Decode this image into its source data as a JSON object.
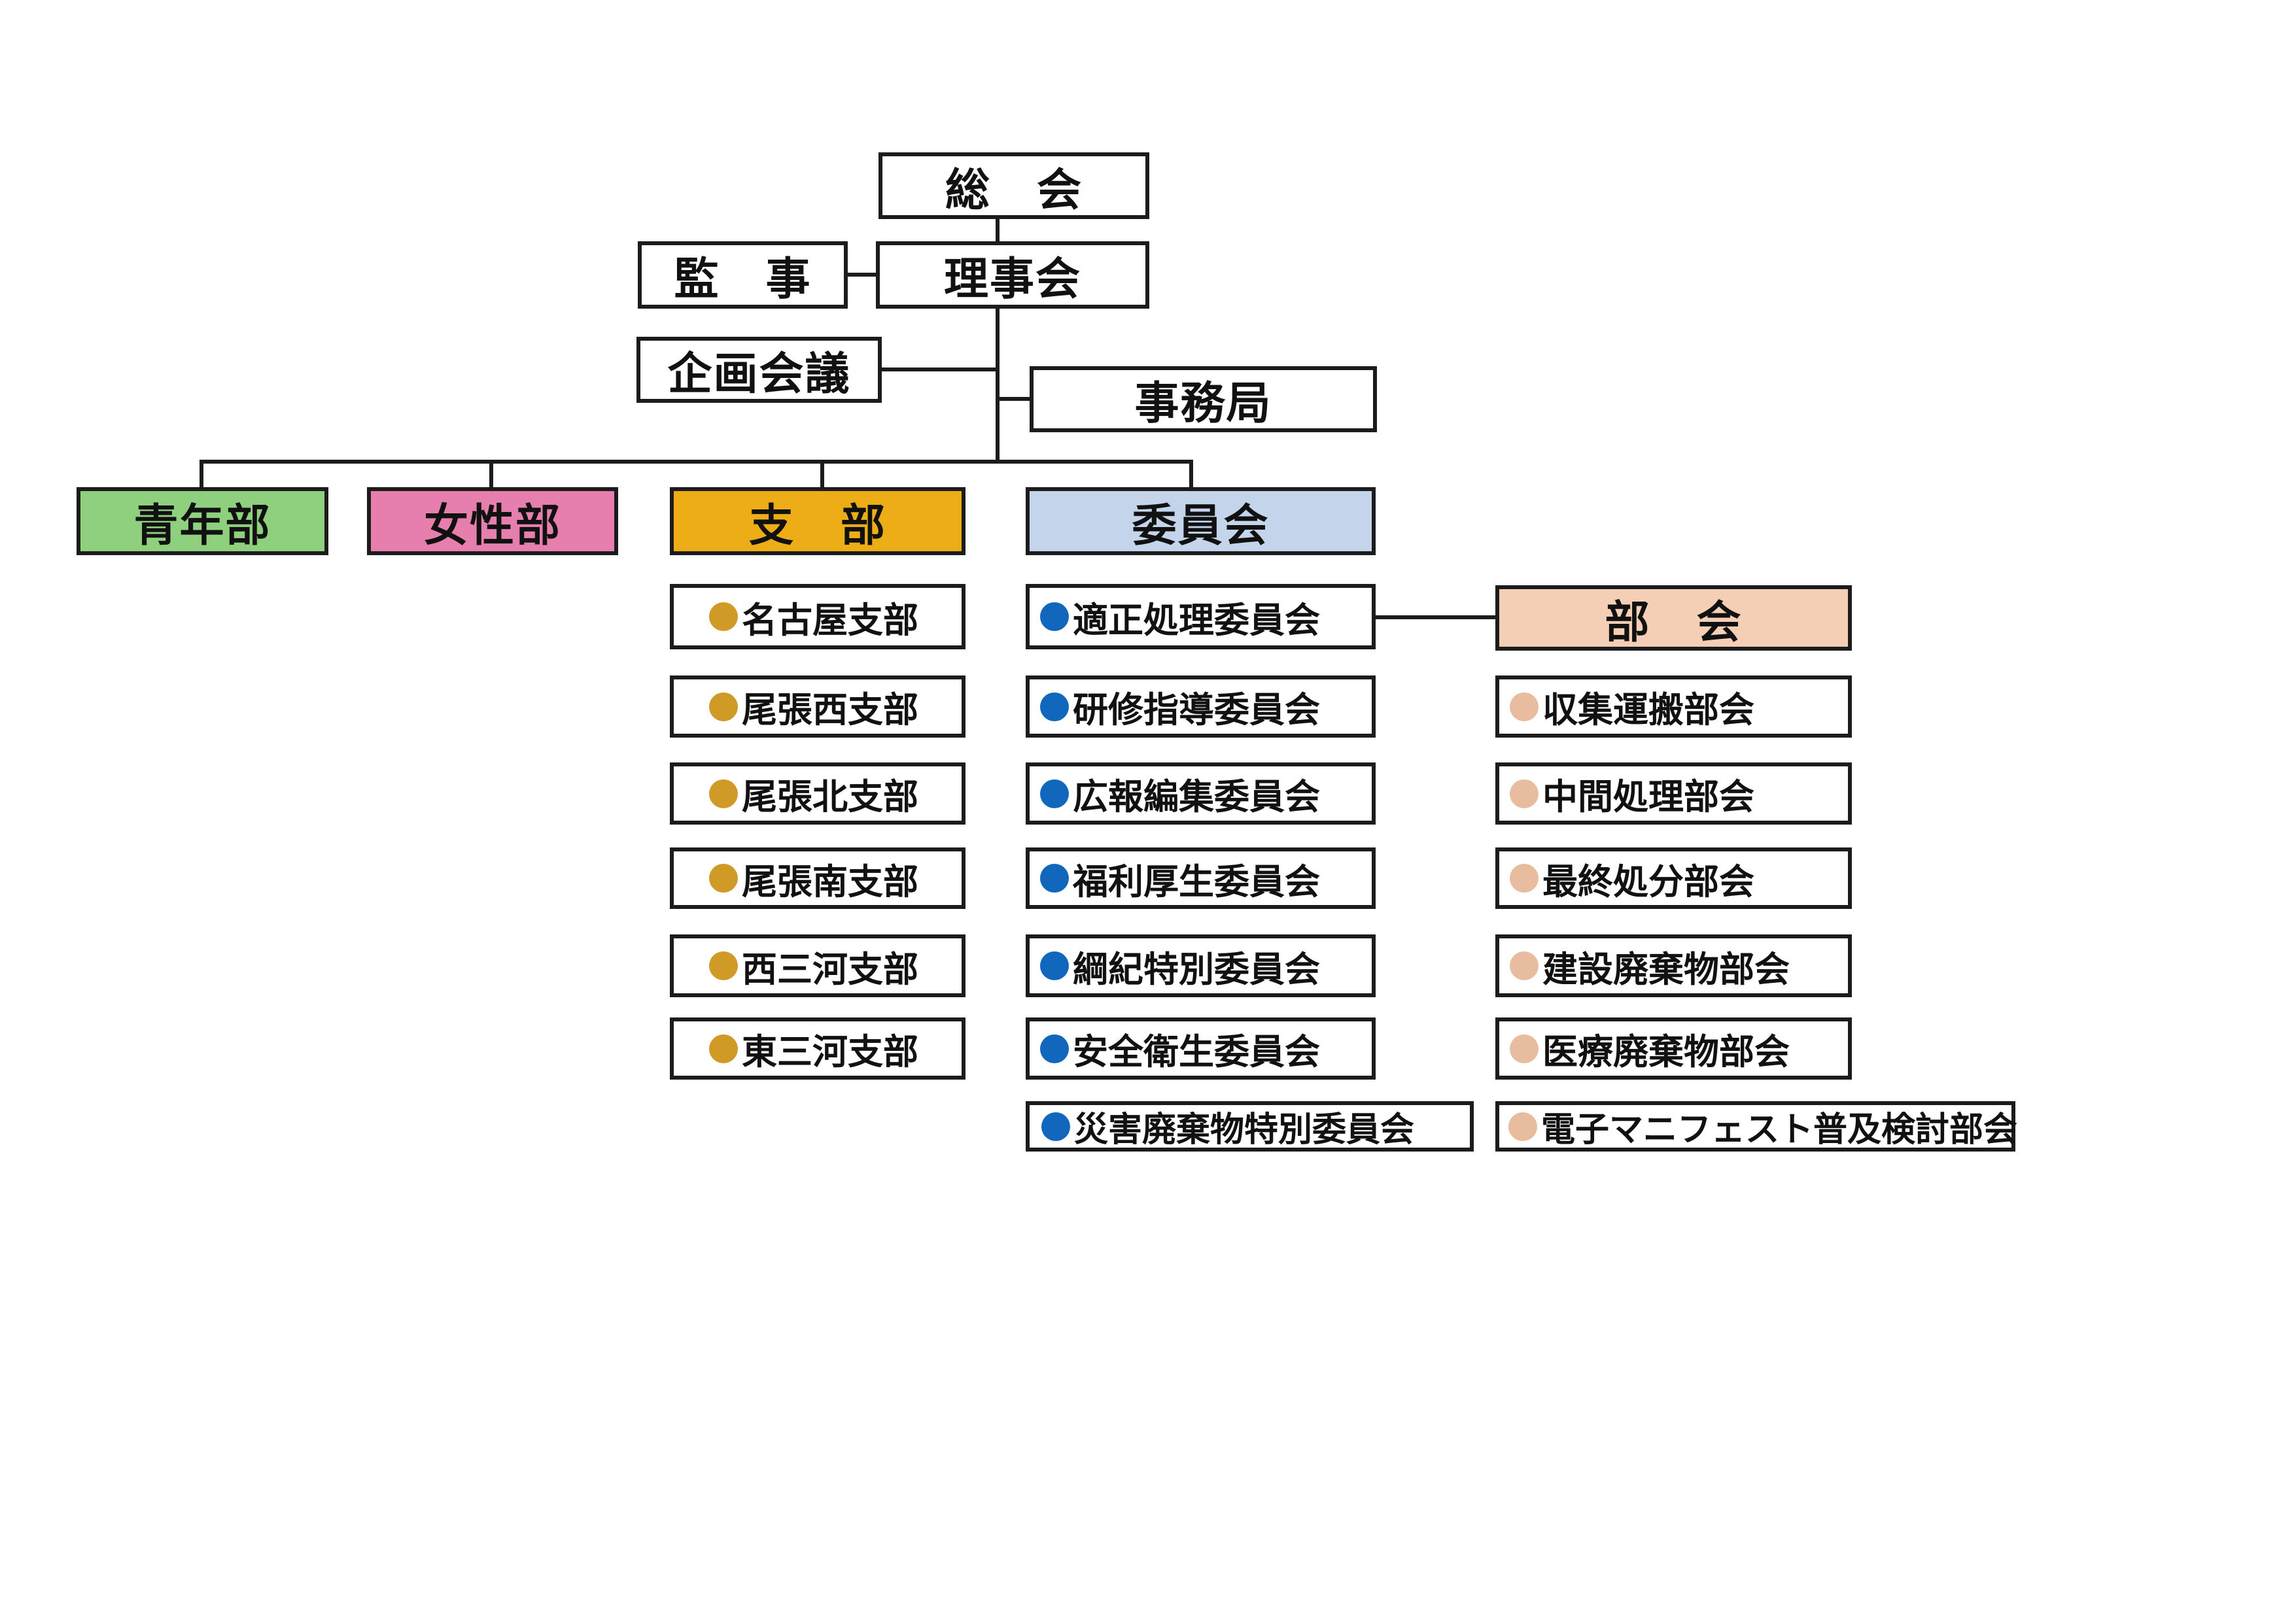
{
  "colors": {
    "line": "#1c1c1c",
    "seinenbu_fill": "#8fd07e",
    "joseibu_fill": "#e77fae",
    "shibu_fill": "#ecad16",
    "iinkai_fill": "#c4d4ea",
    "bukai_fill": "#f4cfb6",
    "shibu_dot": "#cf9a25",
    "iinkai_dot": "#1167bc",
    "bukai_dot": "#e8bd9f"
  },
  "top": {
    "soukai": "総　会",
    "kanji": "監　事",
    "rijikai": "理事会",
    "kikaku": "企画会議",
    "jimukyoku": "事務局"
  },
  "divisions": {
    "seinenbu": "青年部",
    "joseibu": "女性部",
    "shibu": "支　部",
    "iinkai": "委員会",
    "bukai": "部　会"
  },
  "shibu_items": [
    "名古屋支部",
    "尾張西支部",
    "尾張北支部",
    "尾張南支部",
    "西三河支部",
    "東三河支部"
  ],
  "iinkai_items": [
    "適正処理委員会",
    "研修指導委員会",
    "広報編集委員会",
    "福利厚生委員会",
    "綱紀特別委員会",
    "安全衛生委員会",
    "災害廃棄物特別委員会"
  ],
  "bukai_items": [
    "収集運搬部会",
    "中間処理部会",
    "最終処分部会",
    "建設廃棄物部会",
    "医療廃棄物部会",
    "電子マニフェスト普及検討部会"
  ]
}
